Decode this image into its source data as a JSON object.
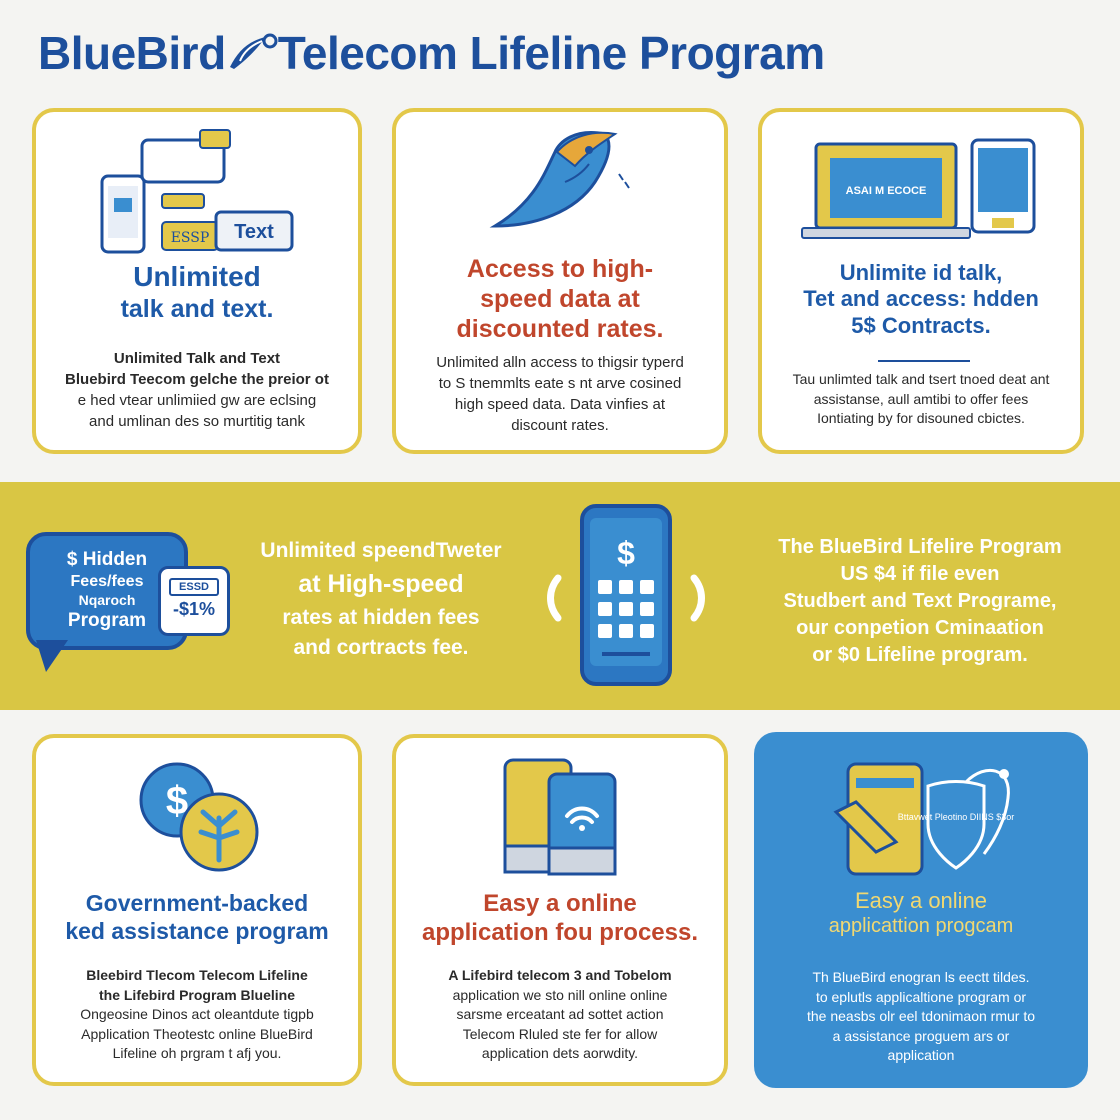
{
  "header": {
    "title_part1": "BlueBird",
    "title_part2": "Telecom Lifeline Program"
  },
  "colors": {
    "brand_blue": "#1d4f9c",
    "accent_yellow": "#d9c644",
    "card_border": "#e3c84a",
    "heading_red": "#c0462c",
    "card_blue": "#3a8ed0"
  },
  "cards": [
    {
      "illus_label": "Text",
      "illus_bubble": "ESSP",
      "heading": [
        "Unlimited",
        "talk and text."
      ],
      "body": [
        "Unlimited Talk and Text",
        "Bluebird Teecom gelche the preior ot",
        "e hed vtear unlimiied gw are eclsing",
        "and umlinan des so murtitig tank"
      ]
    },
    {
      "heading": [
        "Access to high-",
        "speed data at",
        "discounted rates."
      ],
      "body": [
        "Unlimited alln access to thigsir typerd",
        "to S tnemmlts eate s nt arve cosined",
        "high speed data. Data vinfies at",
        "discount rates."
      ]
    },
    {
      "illus_label": "ASAI M ECOCE",
      "heading": [
        "Unlimite id talk,",
        "Tet and access: hdden",
        "5$ Contracts."
      ],
      "body": [
        "Tau unlimted talk and tsert tnoed deat ant",
        "assistanse, aull amtibi to offer fees",
        "Iontiating by for disouned cbictes."
      ]
    },
    {
      "heading": [
        "Government-backed",
        "ked assistance program"
      ],
      "body": [
        "Bleebird Tlecom Telecom Lifeline",
        "the Lifebird Program Blueline",
        "Ongeosine Dinos act oleantdute tigpb",
        "Application Theotestc online BlueBird",
        "Lifeline oh prgram t afj you."
      ]
    },
    {
      "heading": [
        "Easy a online",
        "application fou process."
      ],
      "body": [
        "A Lifebird telecom 3 and Tobelom",
        "application we sto nill online online",
        "sarsme erceatant ad sottet action",
        "Telecom Rluled ste fer for allow",
        "application dets aorwdity."
      ]
    },
    {
      "illus_label": "Bttavwet Pleotino DIINS $3or",
      "heading": [
        "Easy a online",
        "applicattion progcam"
      ],
      "body": [
        "Th BlueBird enogran ls eectt tildes.",
        "to eplutls applicaltione program or",
        "the neasbs olr eel tdonimaon rmur to",
        "a assistance proguem ars or",
        "application"
      ]
    }
  ],
  "band": {
    "bubble_lines": [
      "$ Hidden",
      "Fees/fees",
      "Nqaroch",
      "Program"
    ],
    "tag_mini": "ESSD",
    "tag_value": "-$1%",
    "phone_symbol": "$",
    "mid_lines": [
      "Unlimited speendTweter",
      "at High-speed",
      "rates at hidden fees",
      "and cortracts fee."
    ],
    "right_lines": [
      "The BlueBird Lifelire Program",
      "US $4 if file even",
      "Studbert and Text Programe,",
      "our conpetion Cminaation",
      "or $0 Lifeline program."
    ]
  }
}
